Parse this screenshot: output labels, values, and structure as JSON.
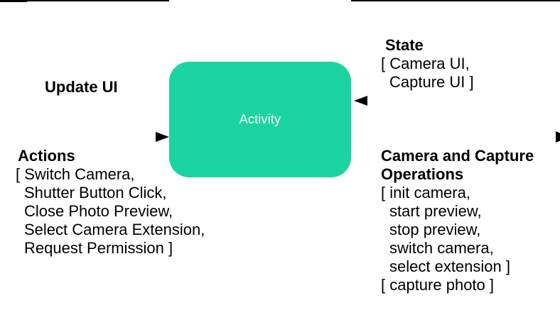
{
  "colors": {
    "node_fill": "#1BD4A0",
    "node_text": "#FFFFFF",
    "line": "#000000",
    "text": "#000000"
  },
  "node": {
    "label": "Activity"
  },
  "left": {
    "update_ui_label": "Update UI",
    "actions_title": "Actions",
    "actions_items": [
      "[ Switch Camera,",
      "Shutter Button Click,",
      "Close Photo Preview,",
      "Select Camera Extension,",
      "Request Permission ]"
    ]
  },
  "right": {
    "state_title": "State",
    "state_items": [
      "[ Camera UI,",
      "Capture UI ]"
    ],
    "operations_title_line1": "Camera and Capture",
    "operations_title_line2": "Operations",
    "operations_items": [
      "[ init camera,",
      "start preview,",
      "stop preview,",
      "switch camera,",
      "select extension ]",
      "[ capture photo ]"
    ]
  }
}
